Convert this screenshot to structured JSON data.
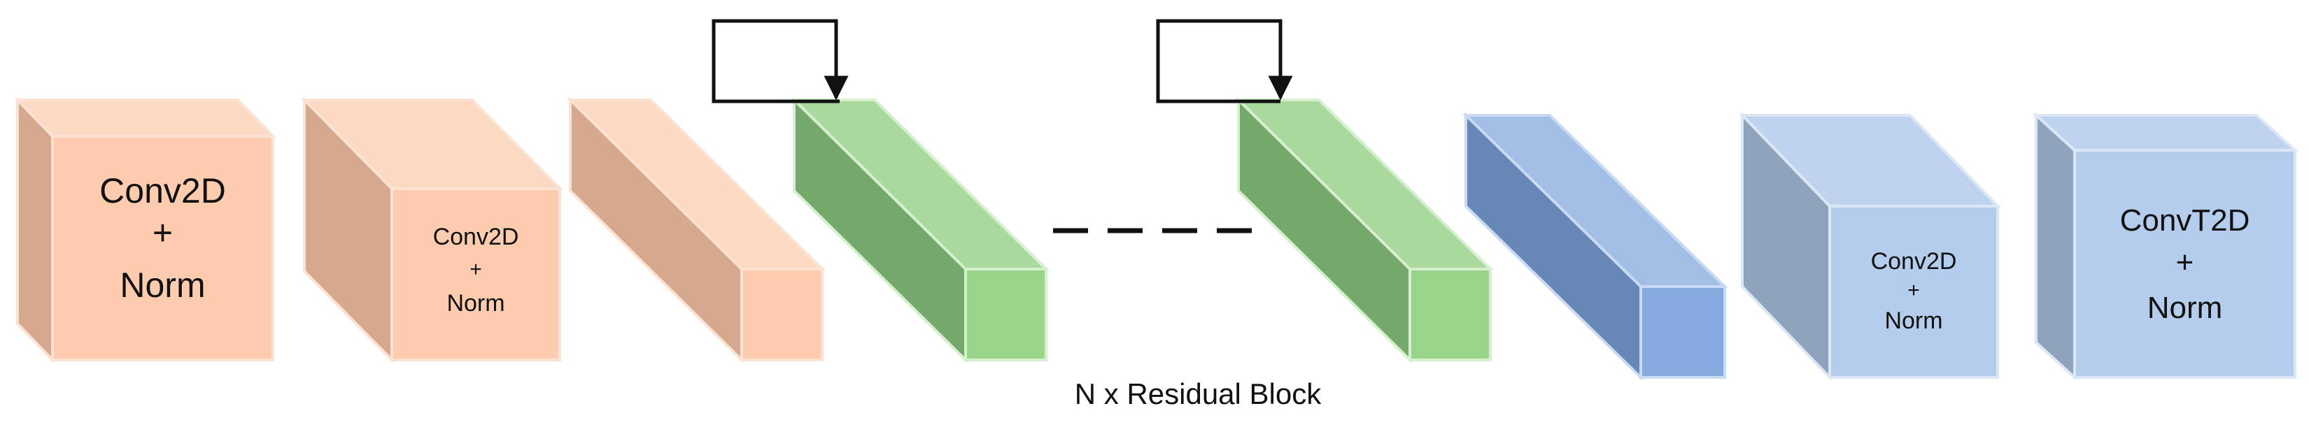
{
  "blocks": [
    {
      "id": "conv2d-norm-1",
      "label_lines": [
        "Conv2D",
        "+",
        "Norm"
      ],
      "color_face": "#FDCCAE",
      "color_top": "#FCD9C3",
      "color_side": "#D6A98F",
      "stroke": "#FBE2D3"
    },
    {
      "id": "conv2d-norm-2",
      "label_lines": [
        "Conv2D",
        "+",
        "Norm"
      ],
      "color_face": "#FDCCAE",
      "color_top": "#FCD9C3",
      "color_side": "#D6A98F",
      "stroke": "#FBE2D3"
    },
    {
      "id": "conv-block-3",
      "label_lines": [],
      "color_face": "#FDCCAE",
      "color_top": "#FCD9C3",
      "color_side": "#D6A98F",
      "stroke": "#FBE2D3"
    },
    {
      "id": "residual-block-1",
      "label_lines": [],
      "color_face": "#98D58A",
      "color_top": "#A9D99D",
      "color_side": "#75A96C",
      "stroke": "#D5EFCF"
    },
    {
      "id": "residual-block-n",
      "label_lines": [],
      "color_face": "#98D58A",
      "color_top": "#A9D99D",
      "color_side": "#75A96C",
      "stroke": "#D5EFCF"
    },
    {
      "id": "deconv-block-1",
      "label_lines": [],
      "color_face": "#86ACDF",
      "color_top": "#A3BEE5",
      "color_side": "#6788B6",
      "stroke": "#C9DAF2"
    },
    {
      "id": "conv2d-norm-3",
      "label_lines": [
        "Conv2D",
        "+",
        "Norm"
      ],
      "color_face": "#B5CDEC",
      "color_top": "#BFD3EE",
      "color_side": "#8FA3BD",
      "stroke": "#DCE7F6"
    },
    {
      "id": "convt2d-norm",
      "label_lines": [
        "ConvT2D",
        "+",
        "Norm"
      ],
      "color_face": "#B5CDEC",
      "color_top": "#BFD3EE",
      "color_side": "#8FA3BD",
      "stroke": "#DCE7F6"
    }
  ],
  "residual_caption": "N x Residual Block",
  "connector_color": "#111111"
}
